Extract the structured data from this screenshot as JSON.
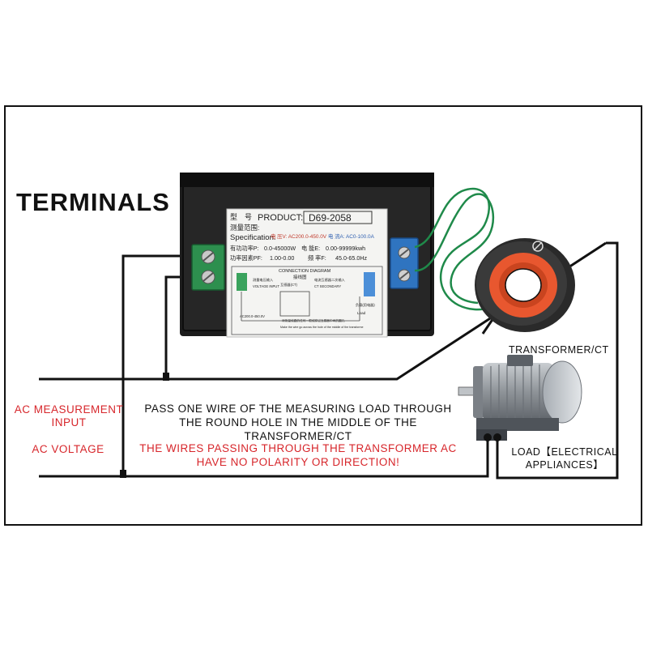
{
  "title": "TERMINALS",
  "labels": {
    "ac_measurement_input": "AC MEASUREMENT INPUT",
    "ac_voltage": "AC VOLTAGE",
    "pass_instruction": "PASS ONE WIRE OF THE MEASURING LOAD THROUGH THE ROUND HOLE IN THE MIDDLE OF THE TRANSFORMER/CT",
    "no_polarity_note": "THE WIRES PASSING THROUGH THE TRANSFORMER AC HAVE NO POLARITY OR DIRECTION!",
    "transformer_ct": "TRANSFORMER/CT",
    "load": "LOAD【ELECTRICAL APPLIANCES】"
  },
  "meter_label": {
    "product_zh": "型　号",
    "product_prefix": "PRODUCT:",
    "product_model": "D69-2058",
    "spec_zh": "测量范围:",
    "spec_en": "Specification:",
    "voltage_range": "电 压V: AC200.0-450.0V",
    "current_range": "电 流A: AC0-100.0A",
    "power_zh": "有功功率P:",
    "power_range": "0.0-45000W",
    "energy_zh": "电 能E:",
    "energy_range": "0.00-99999kwh",
    "pf_zh": "功率因素PF:",
    "pf_range": "1.00-0.00",
    "freq_zh": "频 率F:",
    "freq_range": "45.0-65.0Hz",
    "connection_diagram": "CONNECTION DIAGRAM",
    "wiring_zh": "接线图",
    "voltage_input_zh": "测量电压输入",
    "voltage_input": "VOLTAGE INPUT",
    "ct_secondary_zh": "电流互感器二次输入",
    "ct_secondary": "CT SECONDARY",
    "transformer_zh": "互感器(CT)",
    "ac_range": "AC200.0-450.0V",
    "wire_note_zh": "待测量线路的任何一根线穿过互感器中间的圆孔",
    "wire_note": "Make the wire go across the hole of the middle of the transforme",
    "load_zh": "负载(用电器)",
    "load": "Load"
  },
  "colors": {
    "label_red": "#d7262b",
    "label_black": "#111111",
    "wire": "#111111",
    "terminal_green": "#2d8f4e",
    "terminal_blue": "#2f74c0",
    "ct_coil": "#e8572f",
    "green_wire": "#1f8a4a"
  }
}
